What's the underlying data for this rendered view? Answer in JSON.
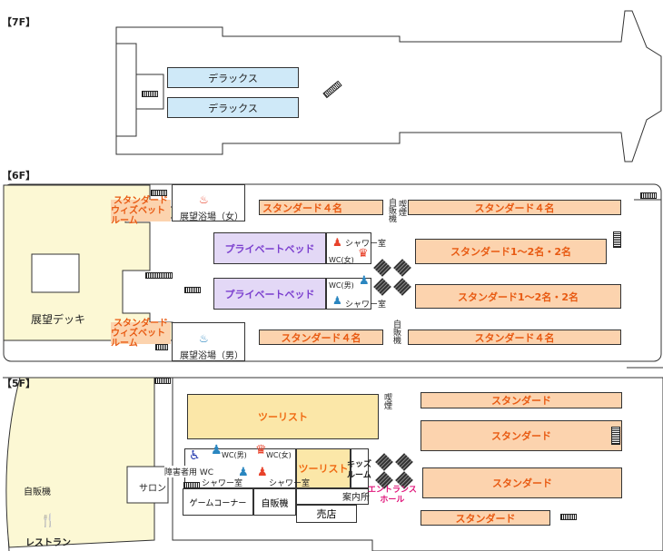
{
  "floors": {
    "f7": {
      "label": "【7F】",
      "rooms": [
        "デラックス",
        "デラックス"
      ]
    },
    "f6": {
      "label": "【6F】",
      "deck": "展望デッキ",
      "wisbet_top": [
        "スタンダード",
        "ウィズベットルーム"
      ],
      "wisbet_bottom": [
        "スタンダード",
        "ウィズベットルーム"
      ],
      "bath_female": "展望浴場（女）",
      "bath_male": "展望浴場（男）",
      "private": [
        "プライベートベッド",
        "プライベートベッド"
      ],
      "shower": [
        "シャワー室",
        "シャワー室"
      ],
      "wc_female": "WC(女)",
      "wc_male": "WC(男)",
      "vending": [
        "自販機",
        "自販機"
      ],
      "smoking": "喫煙",
      "standard": [
        "スタンダード４名",
        "スタンダード４名",
        "スタンダード1～2名・2名",
        "スタンダード1～2名・2名",
        "スタンダード４名",
        "スタンダード４名"
      ]
    },
    "f5": {
      "label": "【5F】",
      "tourist": [
        "ツーリスト",
        "ツーリスト"
      ],
      "standard": [
        "スタンダード",
        "スタンダード",
        "スタンダード",
        "スタンダード"
      ],
      "smoking": "喫煙",
      "wc_male": "WC(男)",
      "wc_female": "WC(女)",
      "accessible_wc": "障害者用 WC",
      "shower": [
        "シャワー室",
        "シャワー室"
      ],
      "kids": [
        "キッズ",
        "ルーム"
      ],
      "entrance": [
        "エントランス",
        "ホール"
      ],
      "info": "案内所",
      "shop": "売店",
      "game": "ゲームコーナー",
      "vending": [
        "自販機",
        "自販機"
      ],
      "salon": "サロン",
      "restaurant": "レストラン"
    }
  },
  "colors": {
    "standard": "#fcd3ae",
    "private": "#e3d8f6",
    "deluxe": "#cfe9f8",
    "tourist": "#fbe7a8",
    "deck": "#fcf8d4",
    "female": "#e8422a",
    "male": "#2a86c0",
    "entrance": "#e0157a"
  }
}
